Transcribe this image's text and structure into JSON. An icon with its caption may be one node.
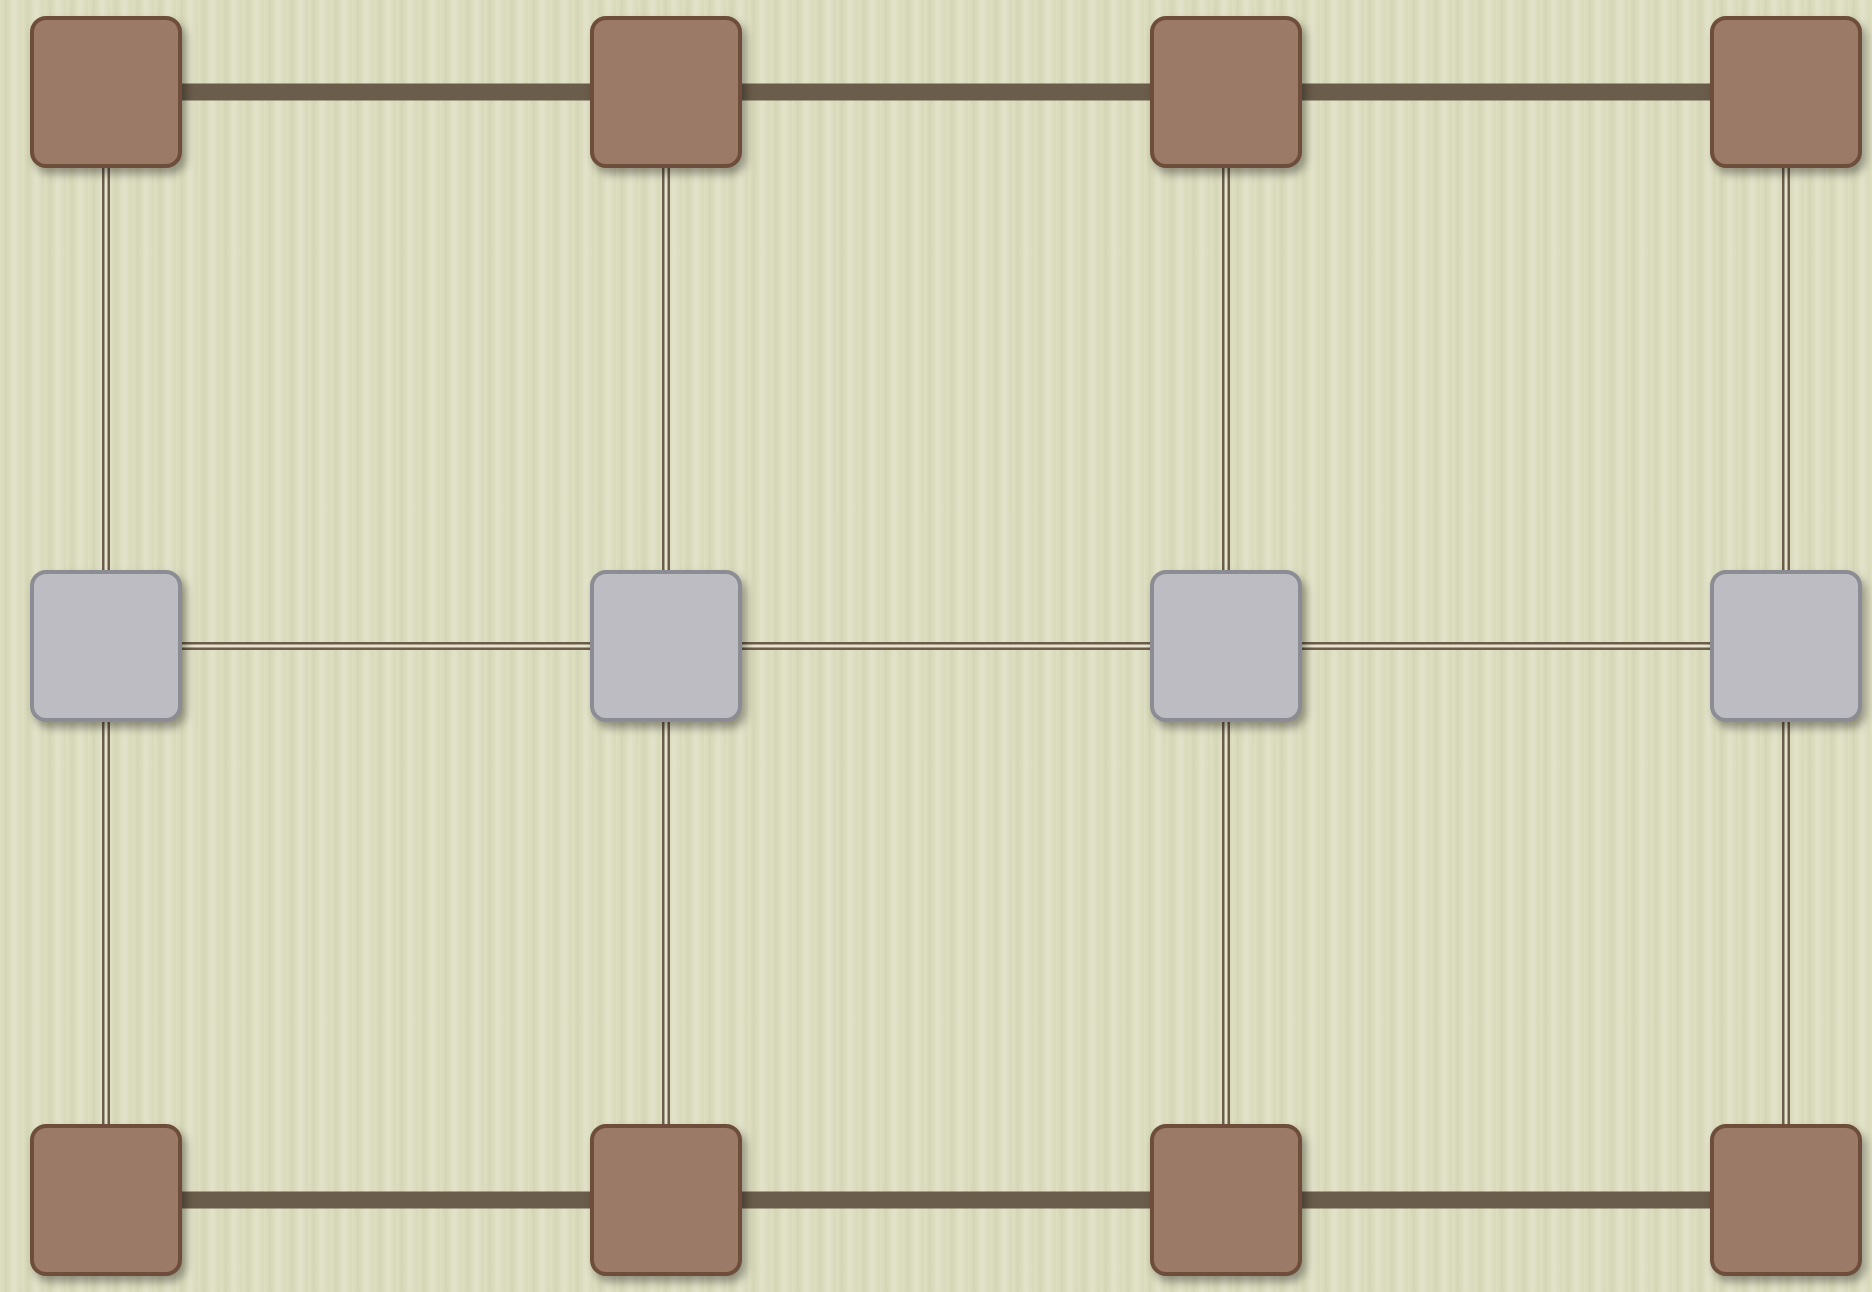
{
  "diagram": {
    "nodes": [
      {
        "text": [],
        "shape": "box"
      },
      {
        "text": [],
        "shape": "box"
      },
      {
        "text": [],
        "shape": "box"
      },
      {
        "text": [],
        "shape": "box"
      },
      {
        "text": [],
        "shape": "box"
      },
      {
        "text": [],
        "shape": "box"
      },
      {
        "text": [],
        "shape": "box"
      },
      {
        "text": [],
        "shape": "box"
      },
      {
        "text": [],
        "shape": "box"
      },
      {
        "text": [],
        "shape": "box"
      },
      {
        "text": [],
        "shape": "box"
      },
      {
        "text": [],
        "shape": "box"
      }
    ],
    "edges": [
      {
        "from": 0,
        "to": 1,
        "arrow": "none",
        "style": "thick"
      },
      {
        "from": 1,
        "to": 2,
        "arrow": "none",
        "style": "thick"
      },
      {
        "from": 2,
        "to": 3,
        "arrow": "none",
        "style": "thick"
      },
      {
        "from": 0,
        "to": 4,
        "arrow": "none"
      },
      {
        "from": 1,
        "to": 5,
        "arrow": "none"
      },
      {
        "from": 2,
        "to": 6,
        "arrow": "none"
      },
      {
        "from": 3,
        "to": 7,
        "arrow": "none"
      },
      {
        "from": 4,
        "to": 5,
        "arrow": "none"
      },
      {
        "from": 5,
        "to": 6,
        "arrow": "none"
      },
      {
        "from": 6,
        "to": 7,
        "arrow": "none"
      },
      {
        "from": 4,
        "to": 8,
        "arrow": "none"
      },
      {
        "from": 5,
        "to": 9,
        "arrow": "none"
      },
      {
        "from": 6,
        "to": 10,
        "arrow": "none"
      },
      {
        "from": 7,
        "to": 11,
        "arrow": "none"
      },
      {
        "from": 8,
        "to": 9,
        "arrow": "none",
        "style": "thick"
      },
      {
        "from": 9,
        "to": 10,
        "arrow": "none",
        "style": "thick"
      },
      {
        "from": 10,
        "to": 11,
        "arrow": "none",
        "style": "thick"
      }
    ]
  }
}
